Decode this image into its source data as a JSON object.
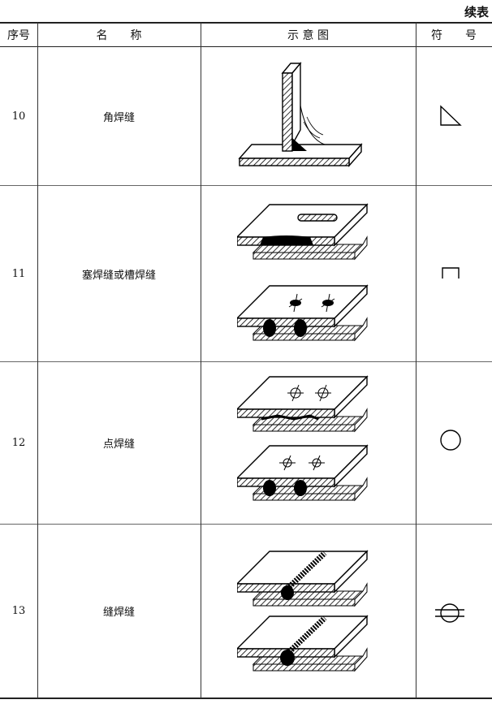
{
  "caption": "续表",
  "header": {
    "no": "序号",
    "name": "名　　称",
    "diagram": "示 意 图",
    "symbol": "符　　号"
  },
  "rows": [
    {
      "no": "10",
      "name": "角焊缝",
      "symbol_icon": "triangle-symbol-icon"
    },
    {
      "no": "11",
      "name": "塞焊缝或槽焊缝",
      "symbol_icon": "bracket-symbol-icon"
    },
    {
      "no": "12",
      "name": "点焊缝",
      "symbol_icon": "circle-symbol-icon"
    },
    {
      "no": "13",
      "name": "缝焊缝",
      "symbol_icon": "circle-crossed-symbol-icon"
    }
  ]
}
